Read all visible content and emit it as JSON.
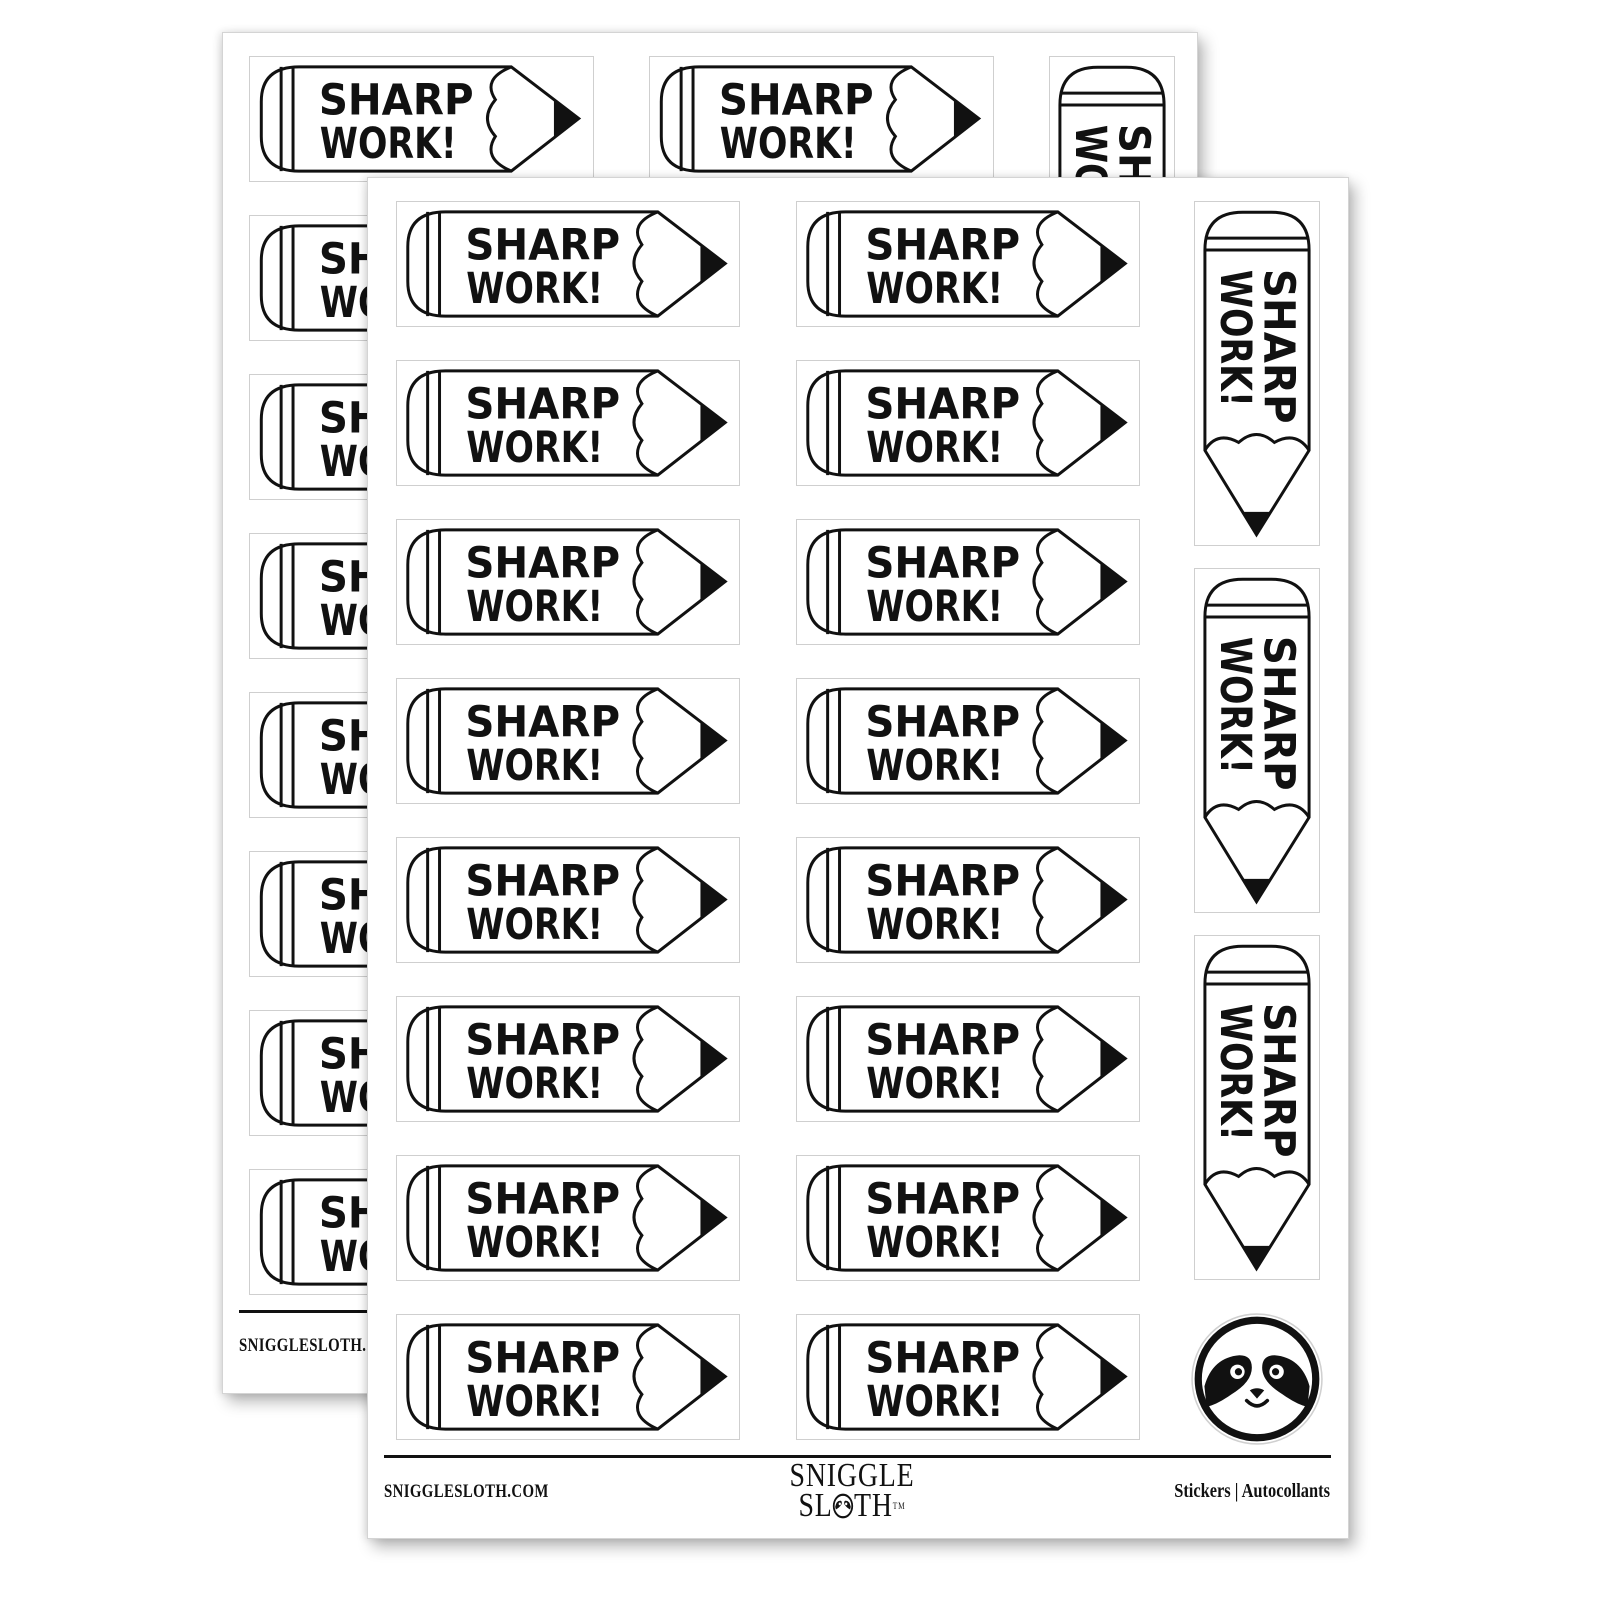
{
  "product": {
    "sticker_text_line1": "SHARP",
    "sticker_text_line2": "WORK!",
    "sticker_count_horizontal": 16,
    "sticker_count_vertical": 3,
    "bonus_sticker": "sloth-face"
  },
  "footer": {
    "website": "SNIGGLESLOTH.COM",
    "website_truncated": "SNIGGLESLOTH.C",
    "brand_line1": "SNIGGLE",
    "brand_line2": "SL",
    "brand_line2_end": "TH",
    "trademark": "TM",
    "category": "Stickers  |  Autocollants"
  },
  "colors": {
    "ink": "#111111",
    "paper": "#ffffff",
    "sticker_border": "#cfcfcf"
  }
}
